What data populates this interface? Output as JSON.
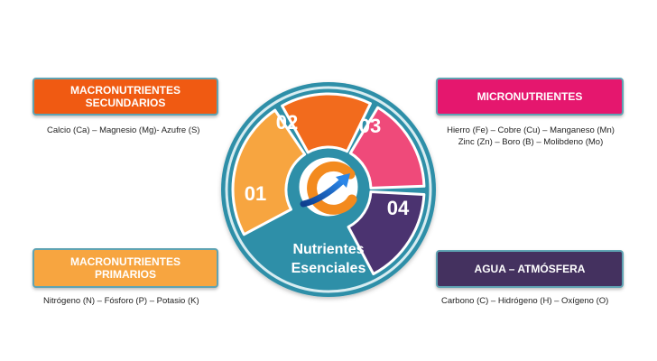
{
  "center": {
    "label_line1": "Nutrientes",
    "label_line2": "Esenciales"
  },
  "segments": [
    {
      "number": "01",
      "color": "#f7a540"
    },
    {
      "number": "02",
      "color": "#f26b1d"
    },
    {
      "number": "03",
      "color": "#ef4a7a"
    },
    {
      "number": "04",
      "color": "#4b3370"
    }
  ],
  "boxes": {
    "secundarios": {
      "title_line1": "MACRONUTRIENTES",
      "title_line2": "SECUNDARIOS",
      "color": "#f05a12",
      "text_color": "#ffffff",
      "description": "Calcio (Ca) – Magnesio (Mg)- Azufre (S)"
    },
    "primarios": {
      "title_line1": "MACRONUTRIENTES",
      "title_line2": "PRIMARIOS",
      "color": "#f7a540",
      "text_color": "#ffffff",
      "description": "Nitrógeno (N) – Fósforo (P) – Potasio (K)"
    },
    "micro": {
      "title": "MICRONUTRIENTES",
      "color": "#e5176e",
      "text_color": "#ffffff",
      "description_line1": "Hierro (Fe) – Cobre (Cu) – Manganeso (Mn)",
      "description_line2": "Zinc (Zn) – Boro (B) – Molibdeno (Mo)"
    },
    "agua": {
      "title": "AGUA – ATMÓSFERA",
      "color": "#44315f",
      "text_color": "#ffffff",
      "description": "Carbono (C) – Hidrógeno (H) – Oxígeno (O)"
    }
  },
  "colors": {
    "ring": "#2e8fa8",
    "ring_light": "#d7ecf1",
    "hub": "#ffffff",
    "logo_orange": "#f38a1e",
    "logo_blue": "#1f66c4"
  }
}
